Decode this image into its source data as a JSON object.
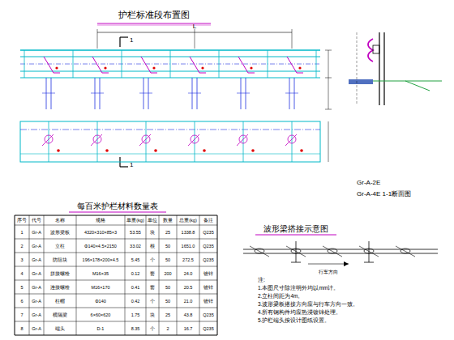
{
  "diagram": {
    "title": "护栏标准段布置图",
    "labels": [
      "1",
      "1",
      "L",
      "Gr-A-2E",
      "Gr-A-4E 1-1断面图",
      "每百米护栏材料数量表",
      "波形梁搭接示意图",
      "行车方向",
      "序号",
      "代号",
      "名称",
      "规格",
      "单重(kg)",
      "单位",
      "数量",
      "总重(kg)",
      "备注",
      "1",
      "Gr-A",
      "波形梁板",
      "4320×310×85×3",
      "53.55",
      "块",
      "25",
      "1338.8",
      "Q235",
      "2",
      "Gr-A",
      "立柱",
      "Φ140×4.5×2150",
      "33.02",
      "根",
      "50",
      "1651.0",
      "Q235",
      "3",
      "Gr-A",
      "防阻块",
      "196×178×200×4.5",
      "5.45",
      "个",
      "50",
      "272.5",
      "Q235",
      "4",
      "Gr-A",
      "拼接螺栓",
      "M16×35",
      "0.12",
      "套",
      "200",
      "24.0",
      "镀锌",
      "5",
      "Gr-A",
      "连接螺栓",
      "M16×170",
      "0.41",
      "套",
      "50",
      "20.5",
      "镀锌",
      "6",
      "Gr-A",
      "柱帽",
      "Φ140",
      "0.42",
      "个",
      "50",
      "21.0",
      "镀锌",
      "7",
      "Gr-A",
      "横隔梁",
      "6×60×620",
      "1.75",
      "块",
      "25",
      "43.8",
      "Q235",
      "8",
      "Gr-A",
      "端头",
      "D-1",
      "8.35",
      "个",
      "2",
      "16.7",
      "Q235",
      "注:",
      "1.本图尺寸除注明外均以mm计。",
      "2.立柱间距为4m。",
      "3.波形梁板搭接方向应与行车方向一致。",
      "4.所有钢构件均应热浸镀锌处理。",
      "5.护栏端头按设计图纸设置。"
    ]
  }
}
